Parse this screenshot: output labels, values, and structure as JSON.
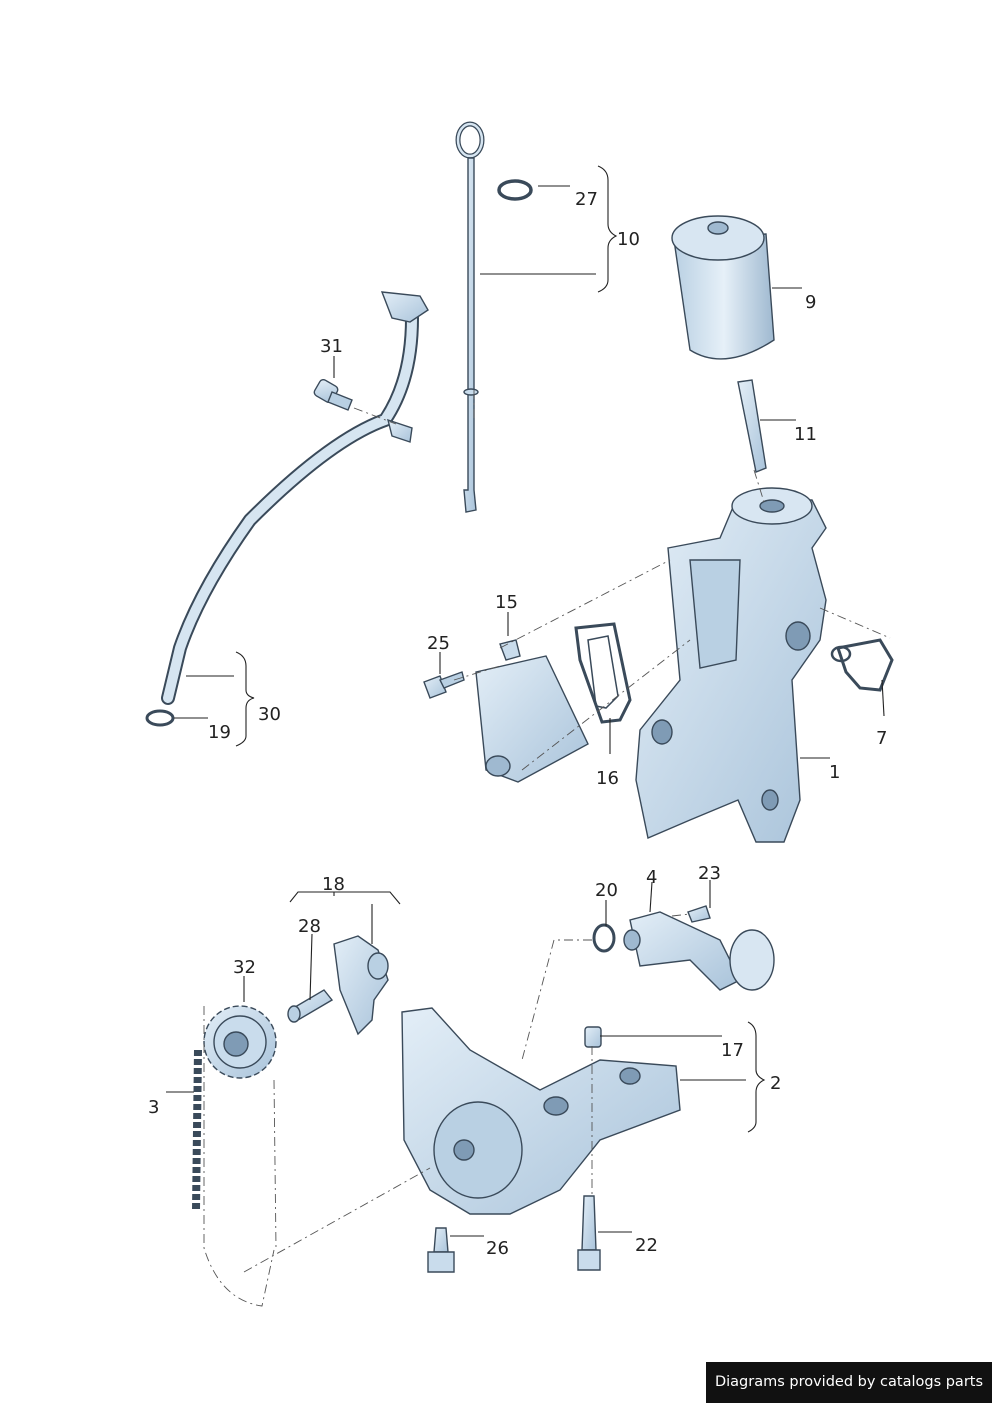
{
  "colors": {
    "part_fill": "#c9dcec",
    "part_shade": "#9fb9d0",
    "outline": "#3a4a5a",
    "label_text": "#222222",
    "credit_bg": "#111111",
    "credit_text": "#ffffff"
  },
  "callouts": {
    "c1": "1",
    "c2": "2",
    "c3": "3",
    "c4": "4",
    "c7": "7",
    "c9": "9",
    "c10": "10",
    "c11": "11",
    "c15": "15",
    "c16": "16",
    "c17": "17",
    "c18": "18",
    "c19": "19",
    "c20": "20",
    "c22": "22",
    "c23": "23",
    "c25": "25",
    "c26": "26",
    "c27": "27",
    "c28": "28",
    "c30": "30",
    "c31": "31",
    "c32": "32"
  },
  "credit": "Diagrams provided by catalogs parts"
}
